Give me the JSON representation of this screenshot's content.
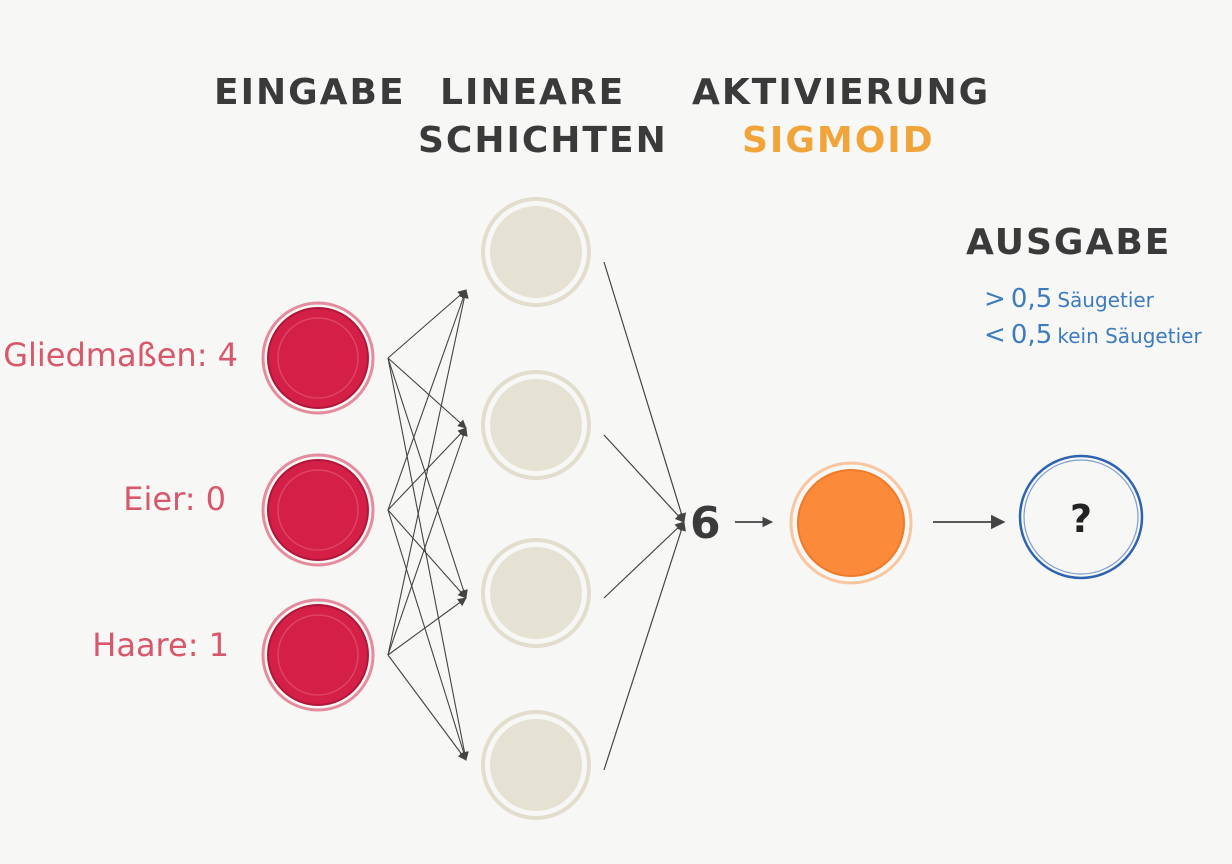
{
  "headers": {
    "input": "EINGABE",
    "linear_line1": "LINEARE",
    "linear_line2": "SCHICHTEN",
    "activation_line1": "AKTIVIERUNG",
    "activation_line2": "SIGMOID",
    "output": "AUSGABE"
  },
  "inputs": [
    {
      "label": "Gliedmaßen: 4"
    },
    {
      "label": "Eier: 0"
    },
    {
      "label": "Haare: 1"
    }
  ],
  "hidden_neuron_count": 4,
  "sum_value": "6",
  "output_symbol": "?",
  "legend": [
    {
      "op": ">",
      "value": "0,5",
      "text": "Säugetier"
    },
    {
      "op": "<",
      "value": "0,5",
      "text": "kein Säugetier"
    }
  ],
  "colors": {
    "input_node": "#d41f47",
    "hidden_node": "#e8e4d8",
    "activation_node": "#fb8a3a",
    "output_ring": "#2e63b0",
    "sigmoid_text": "#f0a43a",
    "input_label": "#d9576a",
    "legend_text": "#3d7bbf",
    "header_text": "#3a3a3a",
    "arrow": "#444444"
  }
}
